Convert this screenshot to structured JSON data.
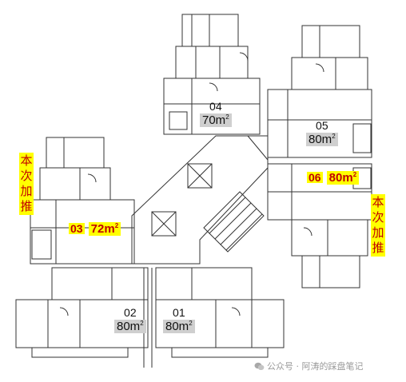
{
  "units": [
    {
      "id": "01",
      "area": "80m",
      "sup": "2",
      "highlight": false
    },
    {
      "id": "02",
      "area": "80m",
      "sup": "2",
      "highlight": false
    },
    {
      "id": "03",
      "area": "72m",
      "sup": "2",
      "highlight": true
    },
    {
      "id": "04",
      "area": "70m",
      "sup": "2",
      "highlight": false
    },
    {
      "id": "05",
      "area": "80m",
      "sup": "2",
      "highlight": false
    },
    {
      "id": "06",
      "area": "80m",
      "sup": "2",
      "highlight": true
    }
  ],
  "push_labels": {
    "left": "本次加推",
    "right": "本次加推"
  },
  "watermark": {
    "text": "公众号 · 阿涛的踩盘笔记",
    "icon": "wechat-icon"
  },
  "colors": {
    "highlight_bg": "#ffff00",
    "highlight_text": "#c00000",
    "area_box": "#cfcfcf",
    "wall": "#333333"
  }
}
